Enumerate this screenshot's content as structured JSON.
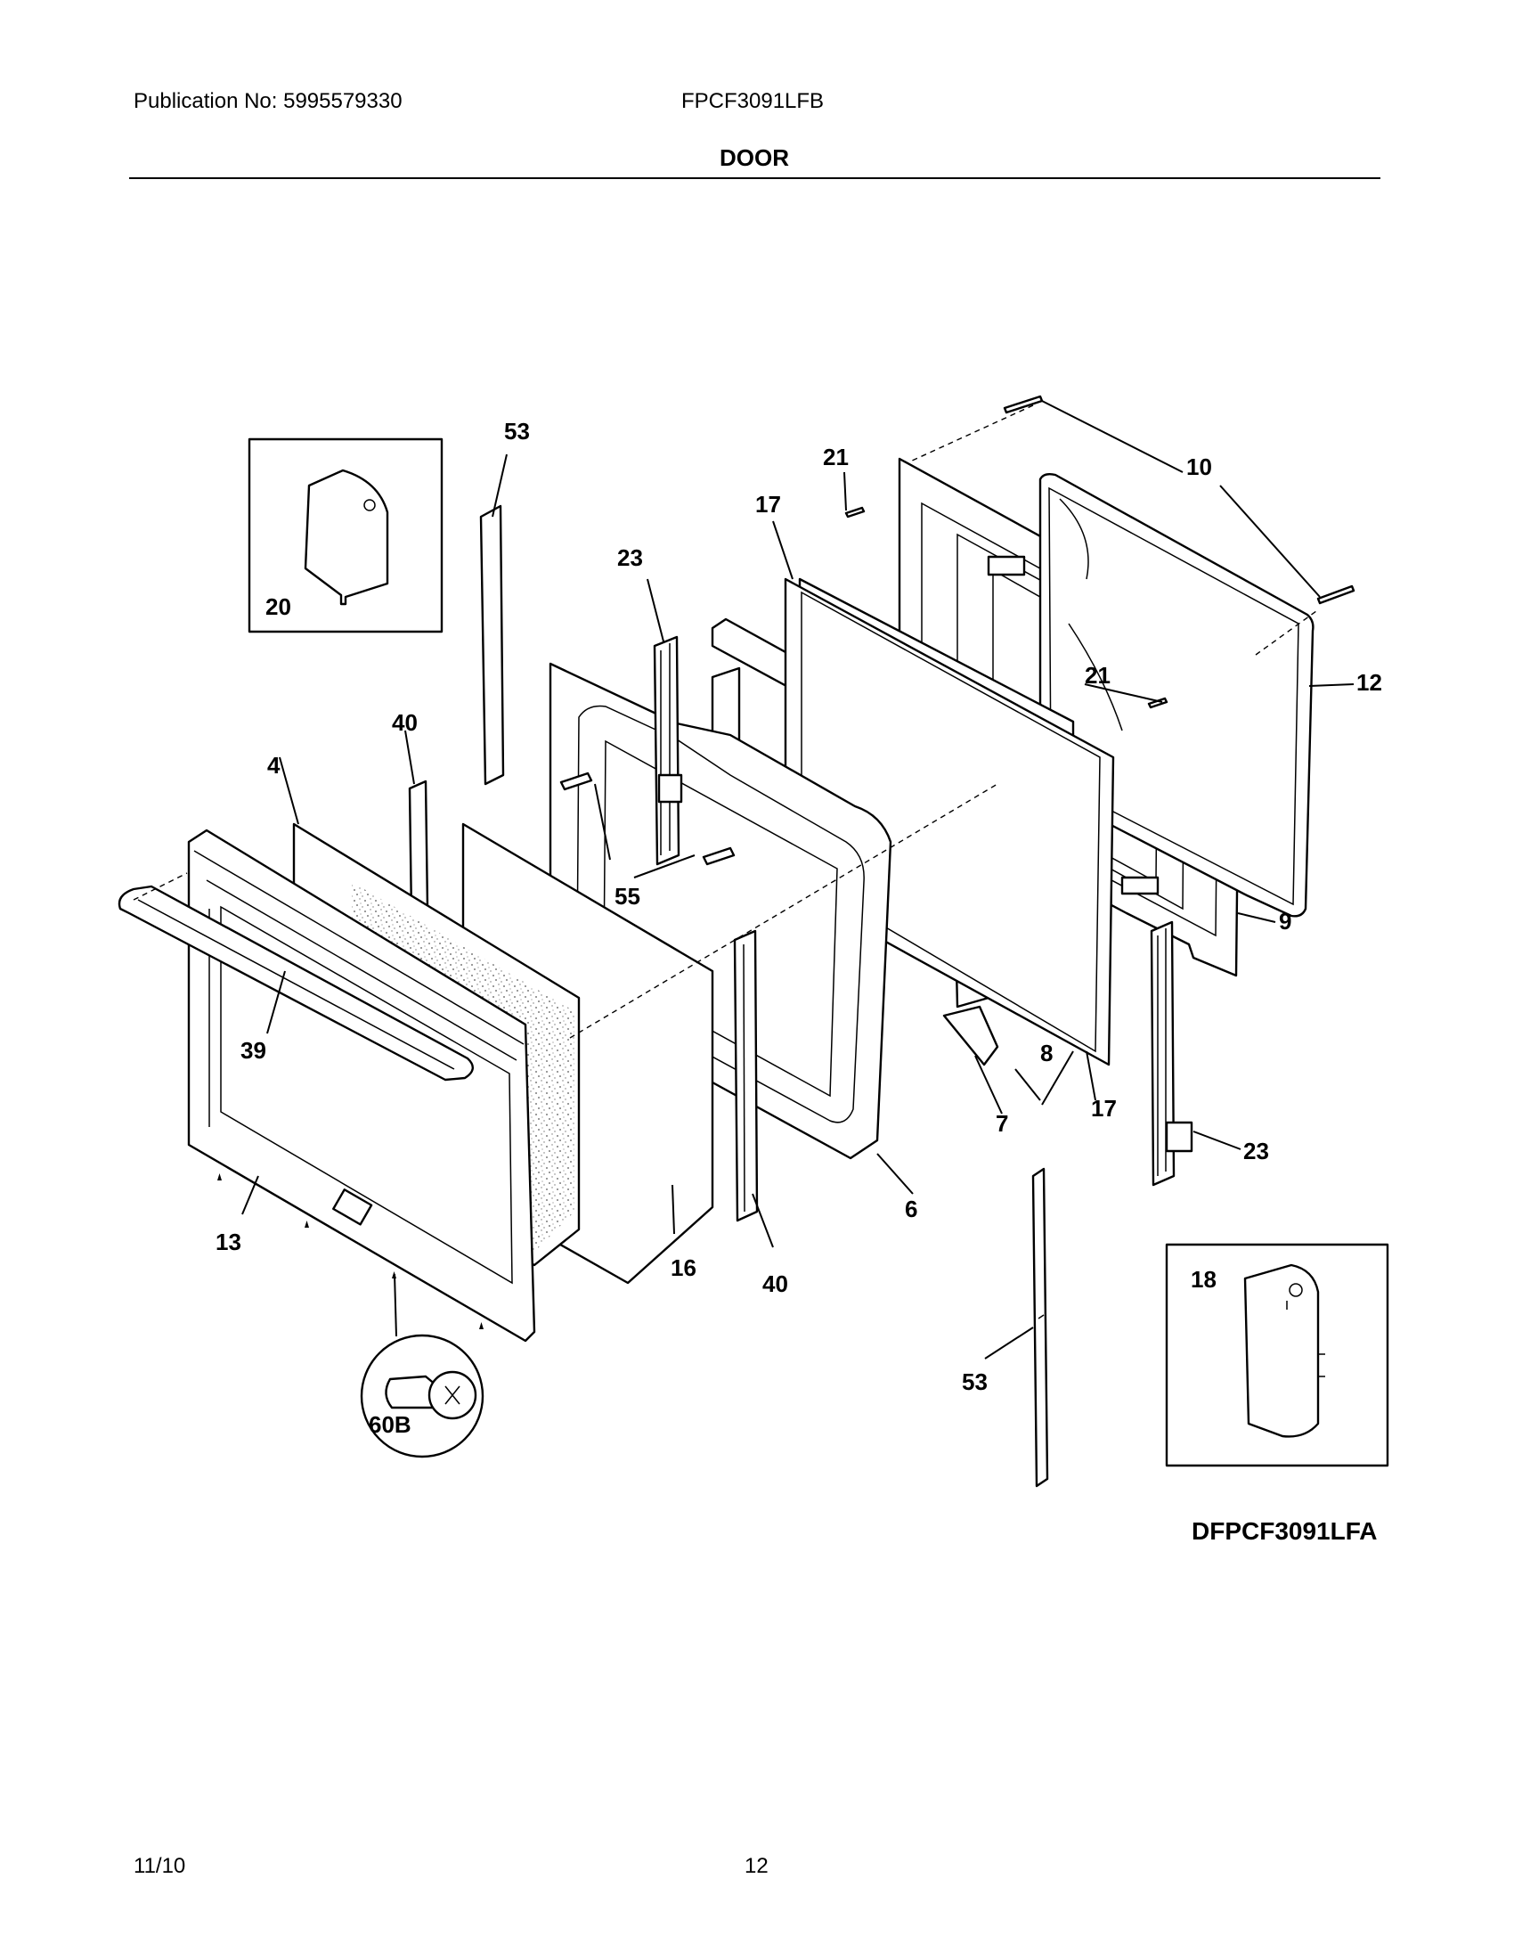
{
  "header": {
    "publication": "Publication No: 5995579330",
    "model": "FPCF3091LFB",
    "section": "DOOR"
  },
  "diagram": {
    "code": "DFPCF3091LFA",
    "callouts": {
      "c4": "4",
      "c6": "6",
      "c7": "7",
      "c8": "8",
      "c9": "9",
      "c10": "10",
      "c12": "12",
      "c13": "13",
      "c16": "16",
      "c17a": "17",
      "c17b": "17",
      "c18": "18",
      "c20": "20",
      "c21a": "21",
      "c21b": "21",
      "c23a": "23",
      "c23b": "23",
      "c39": "39",
      "c40a": "40",
      "c40b": "40",
      "c53a": "53",
      "c53b": "53",
      "c55": "55",
      "c60b": "60B"
    }
  },
  "footer": {
    "date": "11/10",
    "page": "12"
  }
}
